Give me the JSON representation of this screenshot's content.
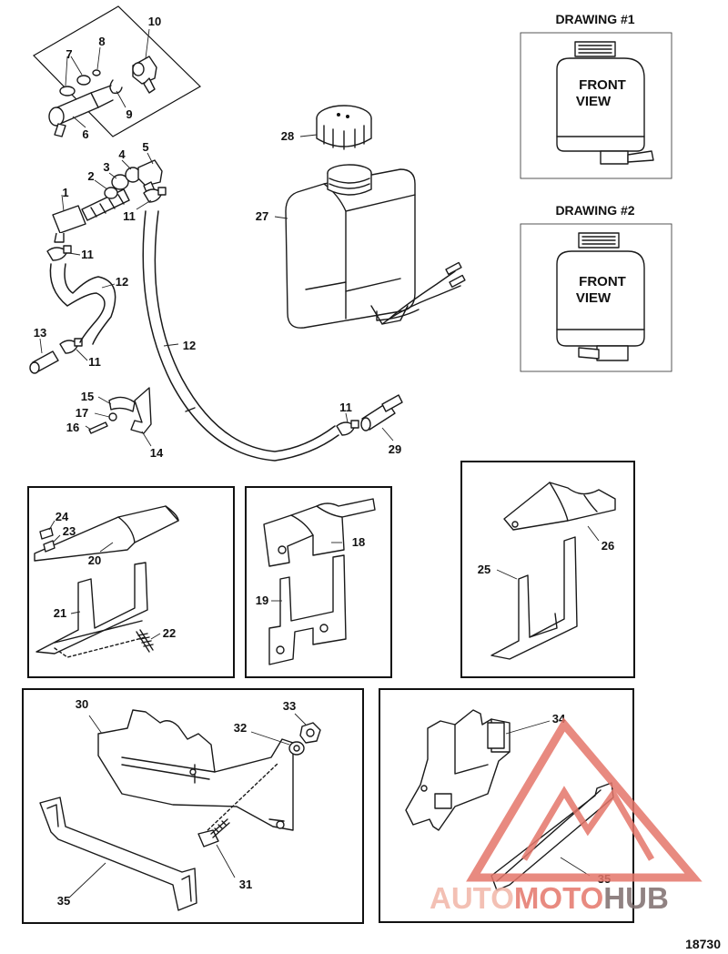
{
  "drawing1": {
    "title": "DRAWING #1",
    "view": [
      "FRONT",
      "VIEW"
    ]
  },
  "drawing2": {
    "title": "DRAWING #2",
    "view": [
      "FRONT",
      "VIEW"
    ]
  },
  "callouts": {
    "p1": "1",
    "p2": "2",
    "p3": "3",
    "p4": "4",
    "p5": "5",
    "p6": "6",
    "p7": "7",
    "p8": "8",
    "p9": "9",
    "p10": "10",
    "p11a": "11",
    "p11b": "11",
    "p11c": "11",
    "p11d": "11",
    "p12a": "12",
    "p12b": "12",
    "p13": "13",
    "p14": "14",
    "p15": "15",
    "p16": "16",
    "p17": "17",
    "p18": "18",
    "p19": "19",
    "p20": "20",
    "p21": "21",
    "p22": "22",
    "p23": "23",
    "p24": "24",
    "p25": "25",
    "p26": "26",
    "p27": "27",
    "p28": "28",
    "p29": "29",
    "p30": "30",
    "p31": "31",
    "p32": "32",
    "p33": "33",
    "p34": "34",
    "p35a": "35",
    "p35b": "35"
  },
  "reference_number": "18730",
  "watermark": {
    "auto": "AUTO",
    "moto": "MOTO",
    "hub": "HUB",
    "color_light": "#f2b6a8",
    "color_dark": "#7d6d6d",
    "triangle_color": "#e5766a"
  }
}
